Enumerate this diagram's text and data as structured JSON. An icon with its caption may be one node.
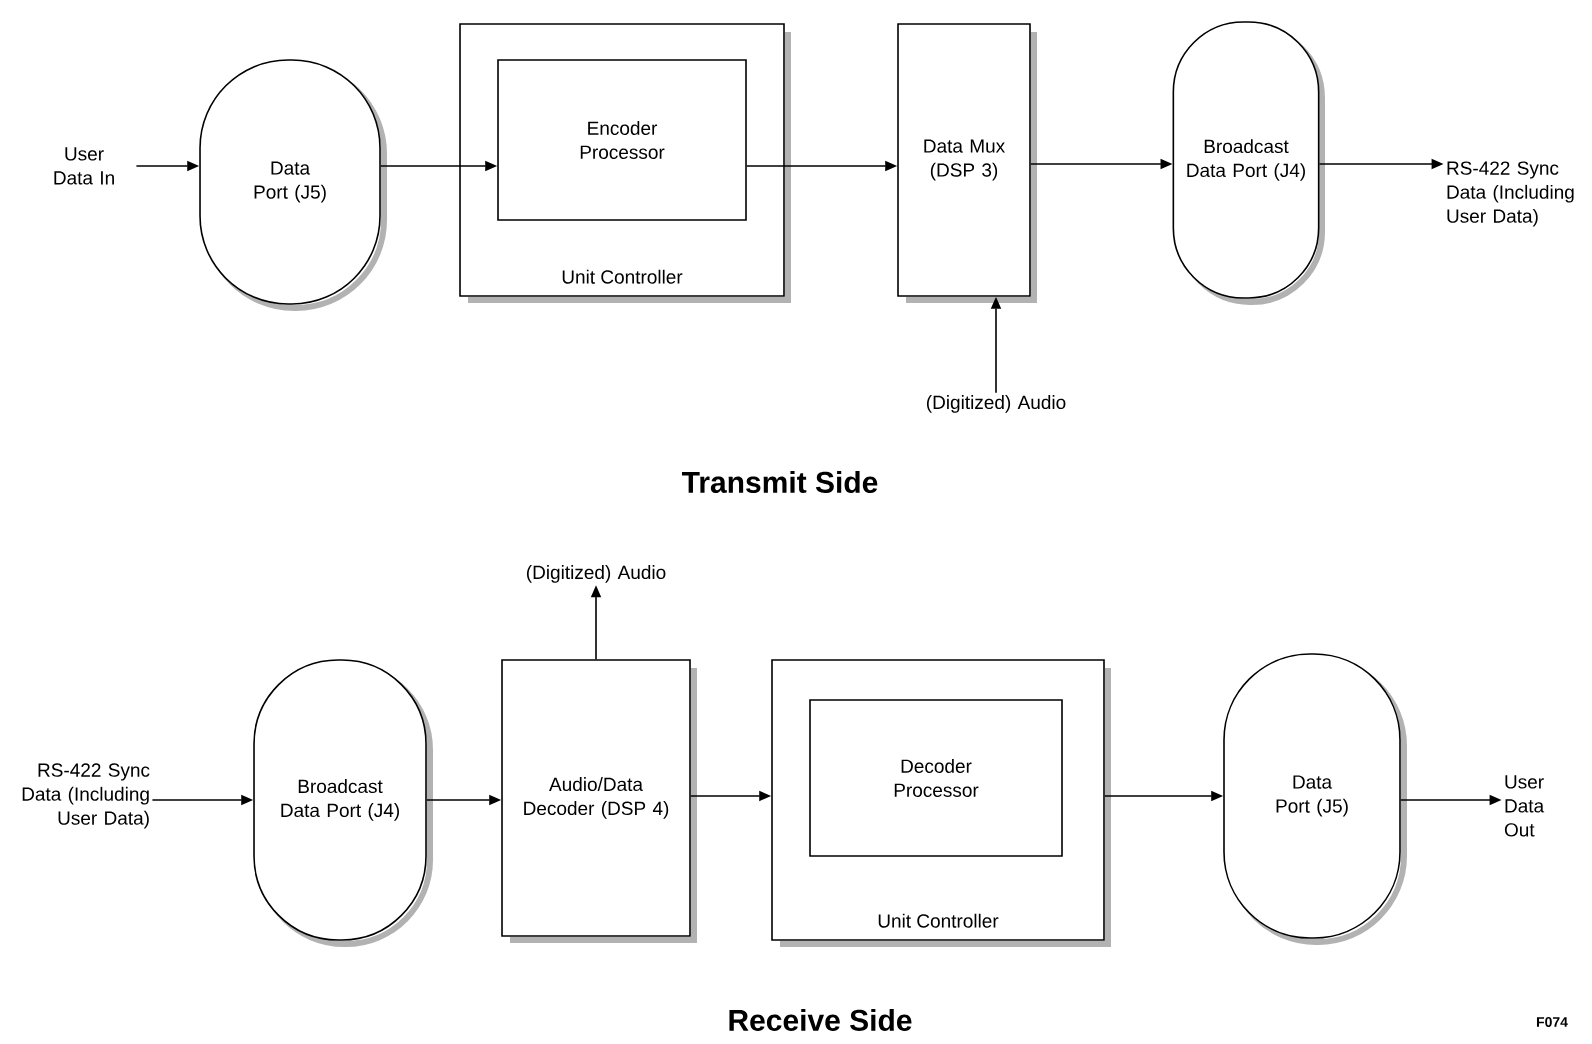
{
  "diagram": {
    "nodes": [
      {
        "text": [
          "User Data In"
        ]
      },
      {
        "text": [
          "Data Port (J5)"
        ]
      },
      {
        "text": [
          "Unit Controller"
        ]
      },
      {
        "text": [
          "Encoder Processor"
        ],
        "in": 2
      },
      {
        "text": [
          "Data Mux (DSP 3)"
        ]
      },
      {
        "text": [
          "Broadcast Data Port (J4)"
        ]
      },
      {
        "text": [
          "RS-422 Sync Data (Including User Data)"
        ]
      },
      {
        "text": [
          "(Digitized) Audio"
        ]
      },
      {
        "text": [
          "RS-422 Sync Data (Including User Data)"
        ]
      },
      {
        "text": [
          "Broadcast Data Port (J4)"
        ]
      },
      {
        "text": [
          "Audio/Data Decoder (DSP 4)"
        ]
      },
      {
        "text": [
          "(Digitized) Audio"
        ]
      },
      {
        "text": [
          "Unit Controller"
        ]
      },
      {
        "text": [
          "Decoder Processor"
        ],
        "in": 12
      },
      {
        "text": [
          "Data Port (J5)"
        ]
      },
      {
        "text": [
          "User Data Out"
        ]
      }
    ],
    "edges": [
      {
        "from": 0,
        "to": 1,
        "arrow": "to"
      },
      {
        "from": 1,
        "to": 3,
        "arrow": "to"
      },
      {
        "from": 3,
        "to": 4,
        "arrow": "to"
      },
      {
        "from": 7,
        "to": 4,
        "arrow": "to"
      },
      {
        "from": 4,
        "to": 5,
        "arrow": "to"
      },
      {
        "from": 5,
        "to": 6,
        "arrow": "to"
      },
      {
        "from": 8,
        "to": 9,
        "arrow": "to"
      },
      {
        "from": 9,
        "to": 10,
        "arrow": "to"
      },
      {
        "from": 10,
        "to": 11,
        "arrow": "to"
      },
      {
        "from": 10,
        "to": 12,
        "arrow": "to"
      },
      {
        "from": 12,
        "to": 14,
        "arrow": "to"
      },
      {
        "from": 14,
        "to": 15,
        "arrow": "to"
      }
    ],
    "labels": [
      "Transmit Side",
      "Receive Side",
      "F074"
    ]
  }
}
